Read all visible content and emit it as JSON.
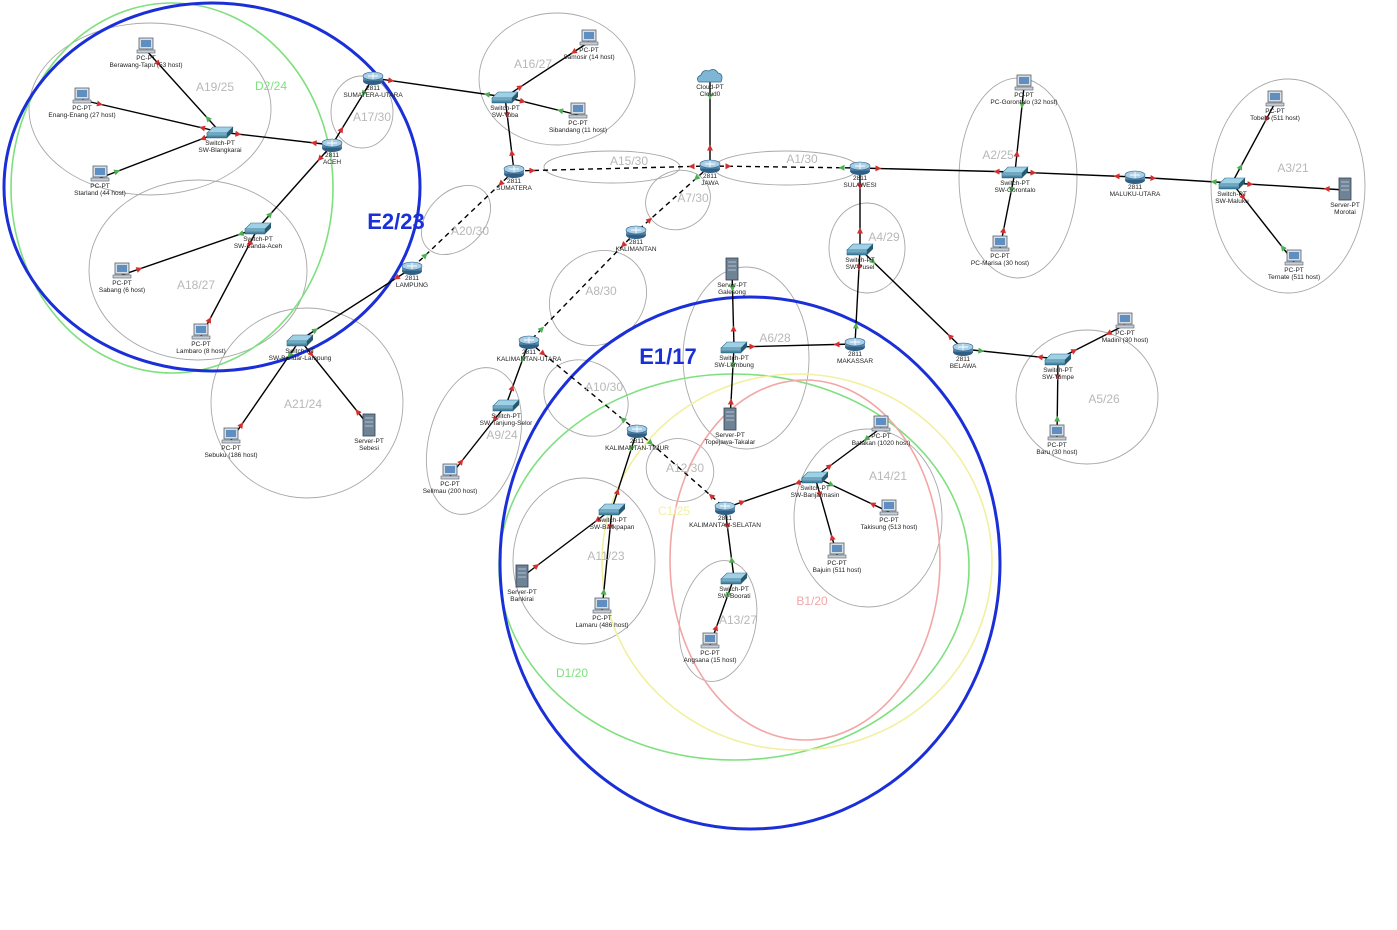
{
  "colors": {
    "area": "#a8a8a8",
    "blue": "#1a2fd8",
    "green": "#7ee07e",
    "pink": "#f2a7a7",
    "yellow": "#f2f0a0",
    "link": "#000000",
    "port_up": "#4caf50",
    "port_down": "#d32f2f"
  },
  "big_labels": [
    {
      "id": "E2",
      "text": "E2/23"
    },
    {
      "id": "E1",
      "text": "E1/17"
    }
  ],
  "group_labels": [
    {
      "id": "D2",
      "text": "D2/24",
      "color": "green"
    },
    {
      "id": "D1",
      "text": "D1/20",
      "color": "green"
    },
    {
      "id": "C1",
      "text": "C1/25",
      "color": "yellow"
    },
    {
      "id": "B1",
      "text": "B1/20",
      "color": "pink"
    }
  ],
  "area_labels": [
    {
      "id": "A1",
      "text": "A1/30"
    },
    {
      "id": "A2",
      "text": "A2/25"
    },
    {
      "id": "A3",
      "text": "A3/21"
    },
    {
      "id": "A4",
      "text": "A4/29"
    },
    {
      "id": "A5",
      "text": "A5/26"
    },
    {
      "id": "A6",
      "text": "A6/28"
    },
    {
      "id": "A7",
      "text": "A7/30"
    },
    {
      "id": "A8",
      "text": "A8/30"
    },
    {
      "id": "A9",
      "text": "A9/24"
    },
    {
      "id": "A10",
      "text": "A10/30"
    },
    {
      "id": "A11",
      "text": "A11/23"
    },
    {
      "id": "A12",
      "text": "A12/30"
    },
    {
      "id": "A13",
      "text": "A13/27"
    },
    {
      "id": "A14",
      "text": "A14/21"
    },
    {
      "id": "A15",
      "text": "A15/30"
    },
    {
      "id": "A16",
      "text": "A16/27"
    },
    {
      "id": "A17",
      "text": "A17/30"
    },
    {
      "id": "A18",
      "text": "A18/27"
    },
    {
      "id": "A19",
      "text": "A19/25"
    },
    {
      "id": "A20",
      "text": "A20/30"
    },
    {
      "id": "A21",
      "text": "A21/24"
    }
  ],
  "devices": [
    {
      "id": "cloud",
      "type": "cloud",
      "l1": "Cloud-PT",
      "l2": "Cloud0"
    },
    {
      "id": "jawa",
      "type": "router",
      "l1": "2811",
      "l2": "JAWA"
    },
    {
      "id": "sumatera",
      "type": "router",
      "l1": "2811",
      "l2": "SUMATERA"
    },
    {
      "id": "sulawesi",
      "type": "router",
      "l1": "2811",
      "l2": "SULAWESI"
    },
    {
      "id": "kalimantan",
      "type": "router",
      "l1": "2811",
      "l2": "KALIMANTAN"
    },
    {
      "id": "sumut",
      "type": "router",
      "l1": "2811",
      "l2": "SUMATERA-UTARA"
    },
    {
      "id": "aceh",
      "type": "router",
      "l1": "2811",
      "l2": "ACEH"
    },
    {
      "id": "lampung",
      "type": "router",
      "l1": "2811",
      "l2": "LAMPUNG"
    },
    {
      "id": "kalut",
      "type": "router",
      "l1": "2811",
      "l2": "KALIMANTAN-UTARA"
    },
    {
      "id": "kaltim",
      "type": "router",
      "l1": "2811",
      "l2": "KALIMANTAN-TIMUR"
    },
    {
      "id": "kalsel",
      "type": "router",
      "l1": "2811",
      "l2": "KALIMANTAN-SELATAN"
    },
    {
      "id": "makassar",
      "type": "router",
      "l1": "2811",
      "l2": "MAKASSAR"
    },
    {
      "id": "belawa",
      "type": "router",
      "l1": "2811",
      "l2": "BELAWA"
    },
    {
      "id": "malut",
      "type": "router",
      "l1": "2811",
      "l2": "MALUKU-UTARA"
    },
    {
      "id": "sw_toba",
      "type": "switch",
      "l1": "Switch-PT",
      "l2": "SW-Toba"
    },
    {
      "id": "sw_blangkarai",
      "type": "switch",
      "l1": "Switch-PT",
      "l2": "SW-Blangkarai"
    },
    {
      "id": "sw_bandaaceh",
      "type": "switch",
      "l1": "Switch-PT",
      "l2": "SW-Banda-Aceh"
    },
    {
      "id": "sw_bandarlampung",
      "type": "switch",
      "l1": "Switch-PT",
      "l2": "SW-Bandar-Lampung"
    },
    {
      "id": "sw_tanjungselor",
      "type": "switch",
      "l1": "Switch-PT",
      "l2": "SW-Tanjung-Selor"
    },
    {
      "id": "sw_balikpapan",
      "type": "switch",
      "l1": "Switch-PT",
      "l2": "SW-Balikpapan"
    },
    {
      "id": "sw_banjarmasin",
      "type": "switch",
      "l1": "Switch-PT",
      "l2": "SW-Banjarmasin"
    },
    {
      "id": "sw_boorati",
      "type": "switch",
      "l1": "Switch-PT",
      "l2": "SW-Boorati"
    },
    {
      "id": "sw_lembung",
      "type": "switch",
      "l1": "Switch-PT",
      "l2": "SW-Lembung"
    },
    {
      "id": "sw_pusel",
      "type": "switch",
      "l1": "Switch-PT",
      "l2": "SW-Pusel"
    },
    {
      "id": "sw_gorontalo",
      "type": "switch",
      "l1": "Switch-PT",
      "l2": "SW-Gorontalo"
    },
    {
      "id": "sw_maluku",
      "type": "switch",
      "l1": "Switch-PT",
      "l2": "SW-Maluku"
    },
    {
      "id": "sw_tompe",
      "type": "switch",
      "l1": "Switch-PT",
      "l2": "SW-Tompe"
    },
    {
      "id": "pc_samosir",
      "type": "pc",
      "l1": "PC-PT",
      "l2": "Samosir (14 host)"
    },
    {
      "id": "pc_sibandang",
      "type": "pc",
      "l1": "PC-PT",
      "l2": "Sibandang (11 host)"
    },
    {
      "id": "pc_berawang",
      "type": "pc",
      "l1": "PC-PT",
      "l2": "Berawang-Tapu (53 host)"
    },
    {
      "id": "pc_enang",
      "type": "pc",
      "l1": "PC-PT",
      "l2": "Enang-Enang (27 host)"
    },
    {
      "id": "pc_starland",
      "type": "pc",
      "l1": "PC-PT",
      "l2": "Starland (44 host)"
    },
    {
      "id": "pc_sabang",
      "type": "pc",
      "l1": "PC-PT",
      "l2": "Sabang (6 host)"
    },
    {
      "id": "pc_lambaro",
      "type": "pc",
      "l1": "PC-PT",
      "l2": "Lambaro (8 host)"
    },
    {
      "id": "pc_sebuku",
      "type": "pc",
      "l1": "PC-PT",
      "l2": "Sebuku (186 host)"
    },
    {
      "id": "srv_sebesi",
      "type": "server",
      "l1": "Server-PT",
      "l2": "Sebesi"
    },
    {
      "id": "pc_sellmau",
      "type": "pc",
      "l1": "PC-PT",
      "l2": "Sellmau (200 host)"
    },
    {
      "id": "srv_bankirai",
      "type": "server",
      "l1": "Server-PT",
      "l2": "Bankirai"
    },
    {
      "id": "pc_lamaru",
      "type": "pc",
      "l1": "PC-PT",
      "l2": "Lamaru (486 host)"
    },
    {
      "id": "pc_batakan",
      "type": "pc",
      "l1": "PC-PT",
      "l2": "Batakan (1020 host)"
    },
    {
      "id": "pc_takisung",
      "type": "pc",
      "l1": "PC-PT",
      "l2": "Takisung (513 host)"
    },
    {
      "id": "pc_bajuin",
      "type": "pc",
      "l1": "PC-PT",
      "l2": "Bajuin (511 host)"
    },
    {
      "id": "pc_angsana",
      "type": "pc",
      "l1": "PC-PT",
      "l2": "Angsana (15 host)"
    },
    {
      "id": "srv_galesong",
      "type": "server",
      "l1": "Server-PT",
      "l2": "Galesong"
    },
    {
      "id": "srv_topejawa",
      "type": "server",
      "l1": "Server-PT",
      "l2": "Topejawa-Takalar"
    },
    {
      "id": "pc_gorontalo",
      "type": "pc",
      "l1": "PC-PT",
      "l2": "PC-Gorontalo (32 host)"
    },
    {
      "id": "pc_marisa",
      "type": "pc",
      "l1": "PC-PT",
      "l2": "PC-Marisa (30 host)"
    },
    {
      "id": "pc_tobelo",
      "type": "pc",
      "l1": "PC-PT",
      "l2": "Tobelo (511 host)"
    },
    {
      "id": "srv_morotai",
      "type": "server",
      "l1": "Server-PT",
      "l2": "Morotai"
    },
    {
      "id": "pc_ternate",
      "type": "pc",
      "l1": "PC-PT",
      "l2": "Ternate (511 host)"
    },
    {
      "id": "pc_madini",
      "type": "pc",
      "l1": "PC-PT",
      "l2": "Madini (30 host)"
    },
    {
      "id": "pc_baru",
      "type": "pc",
      "l1": "PC-PT",
      "l2": "Baru (30 host)"
    }
  ],
  "links": [
    {
      "a": "cloud",
      "b": "jawa",
      "style": "solid"
    },
    {
      "a": "jawa",
      "b": "sumatera",
      "style": "dashed"
    },
    {
      "a": "jawa",
      "b": "sulawesi",
      "style": "dashed"
    },
    {
      "a": "jawa",
      "b": "kalimantan",
      "style": "dashed"
    },
    {
      "a": "sumatera",
      "b": "sw_toba",
      "style": "solid"
    },
    {
      "a": "sumatera",
      "b": "lampung",
      "style": "dashed"
    },
    {
      "a": "sw_toba",
      "b": "sumut",
      "style": "solid"
    },
    {
      "a": "sw_toba",
      "b": "pc_samosir",
      "style": "solid"
    },
    {
      "a": "sw_toba",
      "b": "pc_sibandang",
      "style": "solid"
    },
    {
      "a": "sumut",
      "b": "aceh",
      "style": "solid"
    },
    {
      "a": "aceh",
      "b": "sw_blangkarai",
      "style": "solid"
    },
    {
      "a": "aceh",
      "b": "sw_bandaaceh",
      "style": "solid"
    },
    {
      "a": "sw_blangkarai",
      "b": "pc_berawang",
      "style": "solid"
    },
    {
      "a": "sw_blangkarai",
      "b": "pc_enang",
      "style": "solid"
    },
    {
      "a": "sw_blangkarai",
      "b": "pc_starland",
      "style": "solid"
    },
    {
      "a": "sw_bandaaceh",
      "b": "pc_sabang",
      "style": "solid"
    },
    {
      "a": "sw_bandaaceh",
      "b": "pc_lambaro",
      "style": "solid"
    },
    {
      "a": "lampung",
      "b": "sw_bandarlampung",
      "style": "solid"
    },
    {
      "a": "sw_bandarlampung",
      "b": "pc_sebuku",
      "style": "solid"
    },
    {
      "a": "sw_bandarlampung",
      "b": "srv_sebesi",
      "style": "solid"
    },
    {
      "a": "kalimantan",
      "b": "kalut",
      "style": "dashed"
    },
    {
      "a": "kalut",
      "b": "sw_tanjungselor",
      "style": "solid"
    },
    {
      "a": "sw_tanjungselor",
      "b": "pc_sellmau",
      "style": "solid"
    },
    {
      "a": "kalut",
      "b": "kaltim",
      "style": "dashed"
    },
    {
      "a": "kaltim",
      "b": "sw_balikpapan",
      "style": "solid"
    },
    {
      "a": "sw_balikpapan",
      "b": "srv_bankirai",
      "style": "solid"
    },
    {
      "a": "sw_balikpapan",
      "b": "pc_lamaru",
      "style": "solid"
    },
    {
      "a": "kaltim",
      "b": "kalsel",
      "style": "dashed"
    },
    {
      "a": "kalsel",
      "b": "sw_banjarmasin",
      "style": "solid"
    },
    {
      "a": "sw_banjarmasin",
      "b": "pc_batakan",
      "style": "solid"
    },
    {
      "a": "sw_banjarmasin",
      "b": "pc_takisung",
      "style": "solid"
    },
    {
      "a": "sw_banjarmasin",
      "b": "pc_bajuin",
      "style": "solid"
    },
    {
      "a": "kalsel",
      "b": "sw_boorati",
      "style": "solid"
    },
    {
      "a": "sw_boorati",
      "b": "pc_angsana",
      "style": "solid"
    },
    {
      "a": "sulawesi",
      "b": "sw_pusel",
      "style": "solid"
    },
    {
      "a": "sw_pusel",
      "b": "makassar",
      "style": "solid"
    },
    {
      "a": "sw_pusel",
      "b": "belawa",
      "style": "solid"
    },
    {
      "a": "makassar",
      "b": "sw_lembung",
      "style": "solid"
    },
    {
      "a": "sw_lembung",
      "b": "srv_galesong",
      "style": "solid"
    },
    {
      "a": "sw_lembung",
      "b": "srv_topejawa",
      "style": "solid"
    },
    {
      "a": "sulawesi",
      "b": "sw_gorontalo",
      "style": "solid"
    },
    {
      "a": "sw_gorontalo",
      "b": "pc_gorontalo",
      "style": "solid"
    },
    {
      "a": "sw_gorontalo",
      "b": "pc_marisa",
      "style": "solid"
    },
    {
      "a": "sw_gorontalo",
      "b": "malut",
      "style": "solid"
    },
    {
      "a": "malut",
      "b": "sw_maluku",
      "style": "solid"
    },
    {
      "a": "sw_maluku",
      "b": "pc_tobelo",
      "style": "solid"
    },
    {
      "a": "sw_maluku",
      "b": "srv_morotai",
      "style": "solid"
    },
    {
      "a": "sw_maluku",
      "b": "pc_ternate",
      "style": "solid"
    },
    {
      "a": "belawa",
      "b": "sw_tompe",
      "style": "solid"
    },
    {
      "a": "sw_tompe",
      "b": "pc_madini",
      "style": "solid"
    },
    {
      "a": "sw_tompe",
      "b": "pc_baru",
      "style": "solid"
    }
  ]
}
